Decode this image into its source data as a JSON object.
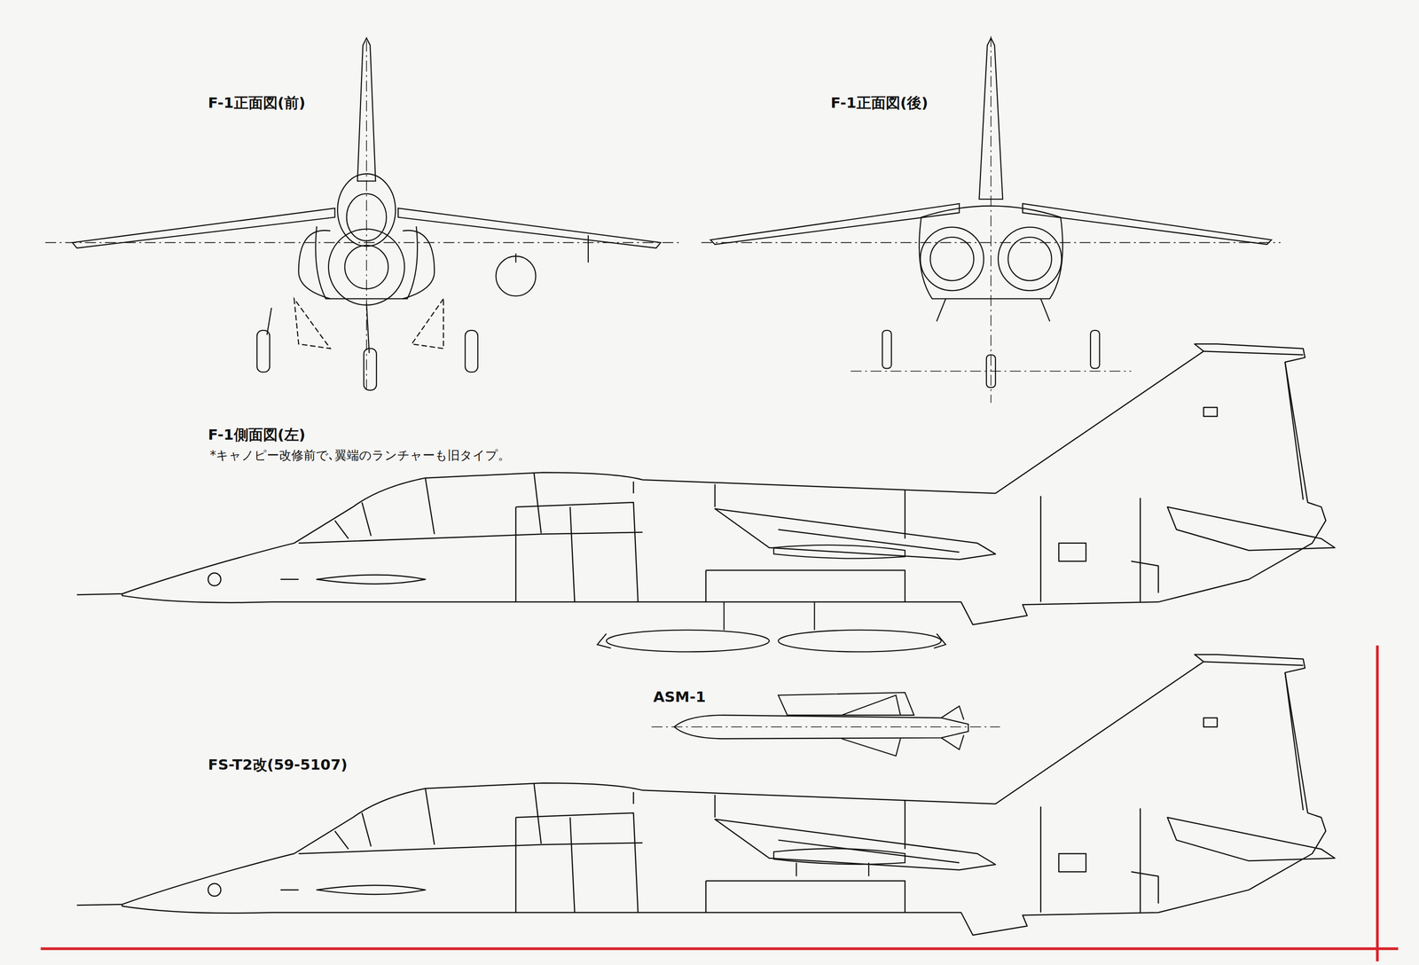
{
  "diagram": {
    "labels": [
      "F-1正面図(前)",
      "F-1正面図(後)",
      "F-1側面図(左)",
      "*キャノピー改修前で､翼端のランチャーも旧タイプ。",
      "ASM-1",
      "FS-T2改(59-5107)"
    ]
  }
}
